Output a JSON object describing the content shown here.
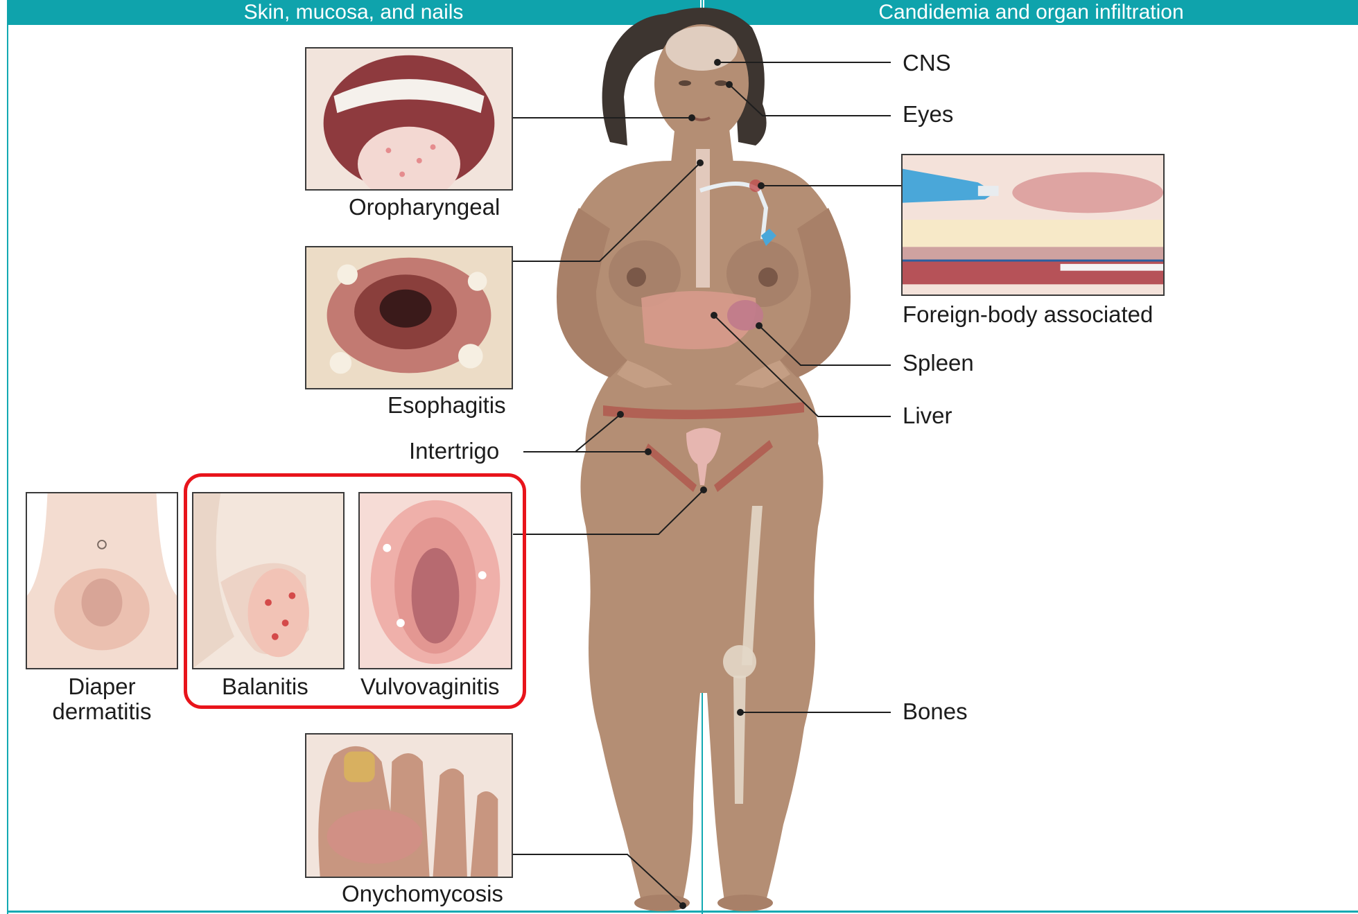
{
  "headers": {
    "left": "Skin, mucosa, and nails",
    "right": "Candidemia and organ infiltration"
  },
  "labels": {
    "oropharyngeal": "Oropharyngeal",
    "esophagitis": "Esophagitis",
    "intertrigo": "Intertrigo",
    "diaper_line1": "Diaper",
    "diaper_line2": "dermatitis",
    "balanitis": "Balanitis",
    "vulvovaginitis": "Vulvovaginitis",
    "onychomycosis": "Onychomycosis",
    "cns": "CNS",
    "eyes": "Eyes",
    "foreign_body": "Foreign-body associated",
    "spleen": "Spleen",
    "liver": "Liver",
    "bones": "Bones"
  },
  "colors": {
    "header_bg": "#0fa3ac",
    "skin": "#b48e74",
    "highlight": "#e8141b"
  }
}
